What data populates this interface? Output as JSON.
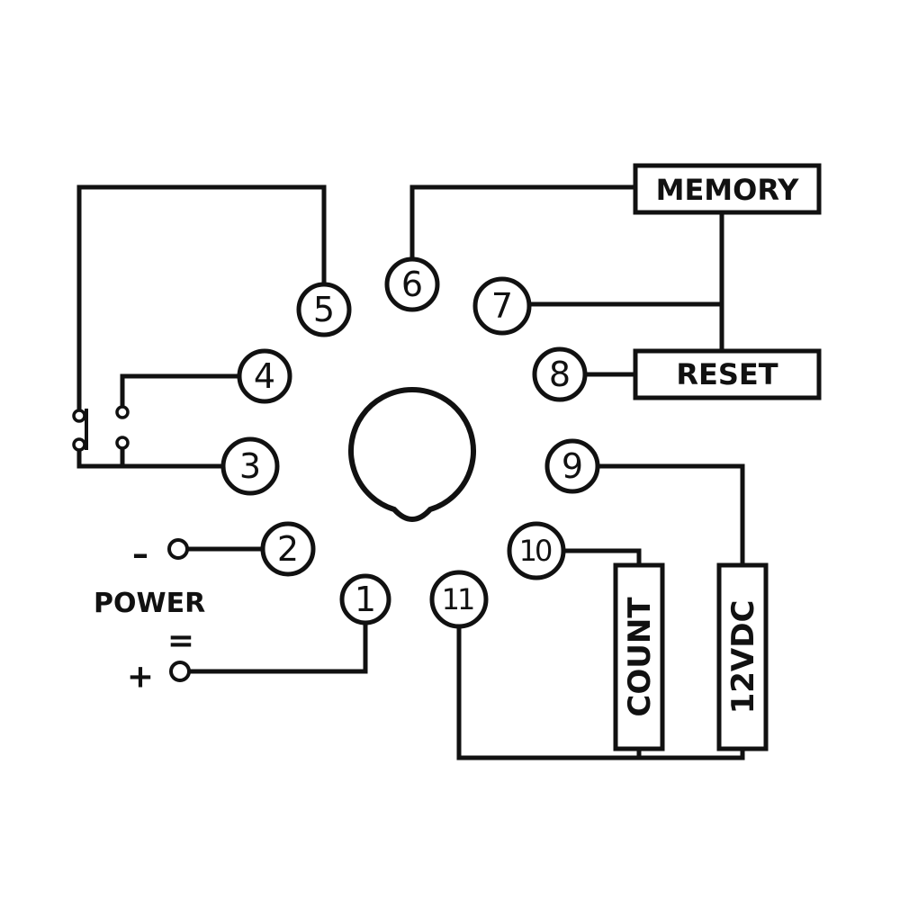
{
  "pins": {
    "p1": "1",
    "p2": "2",
    "p3": "3",
    "p4": "4",
    "p5": "5",
    "p6": "6",
    "p7": "7",
    "p8": "8",
    "p9": "9",
    "p10": "10",
    "p11": "11"
  },
  "boxes": {
    "memory": "MEMORY",
    "reset": "RESET",
    "count": "COUNT",
    "supply": "12VDC"
  },
  "power": {
    "label": "POWER",
    "minus": "–",
    "plus": "+",
    "ac_dc_symbol": "="
  }
}
